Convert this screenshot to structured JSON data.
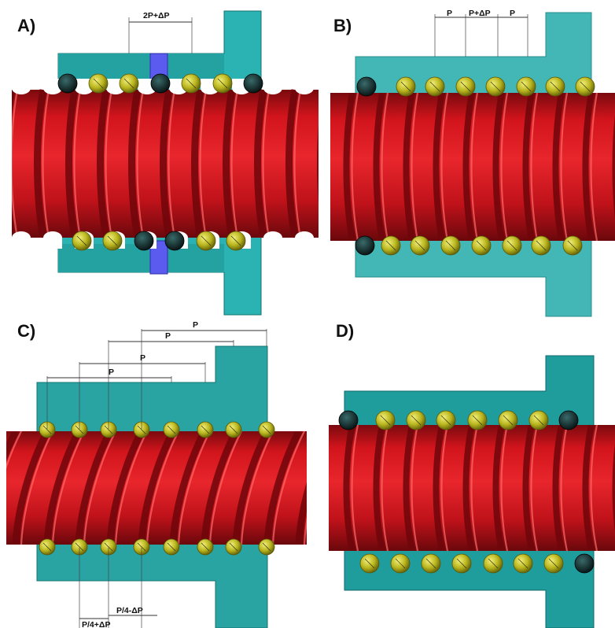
{
  "panels": [
    {
      "label": "A)",
      "dimensions": [
        "2P+ΔP"
      ],
      "colors": {
        "nut": "#2bb3b3",
        "screw": "#c8141c",
        "ball": "#b9b51e",
        "spacer": "#5b5bf0"
      }
    },
    {
      "label": "B)",
      "dimensions": [
        "P",
        "P+ΔP",
        "P"
      ],
      "colors": {
        "nut": "#3fb5b5",
        "screw": "#c8141c",
        "ball": "#b9b51e"
      }
    },
    {
      "label": "C)",
      "dimensions": [
        "P",
        "P",
        "P",
        "P",
        "P/4-ΔP",
        "P/4+ΔP"
      ],
      "colors": {
        "nut": "#2aa3a3",
        "screw": "#c8141c",
        "ball": "#b9b51e"
      }
    },
    {
      "label": "D)",
      "dimensions": [],
      "colors": {
        "nut": "#1f9c9c",
        "screw": "#c8141c",
        "ball": "#b9b51e"
      }
    }
  ]
}
